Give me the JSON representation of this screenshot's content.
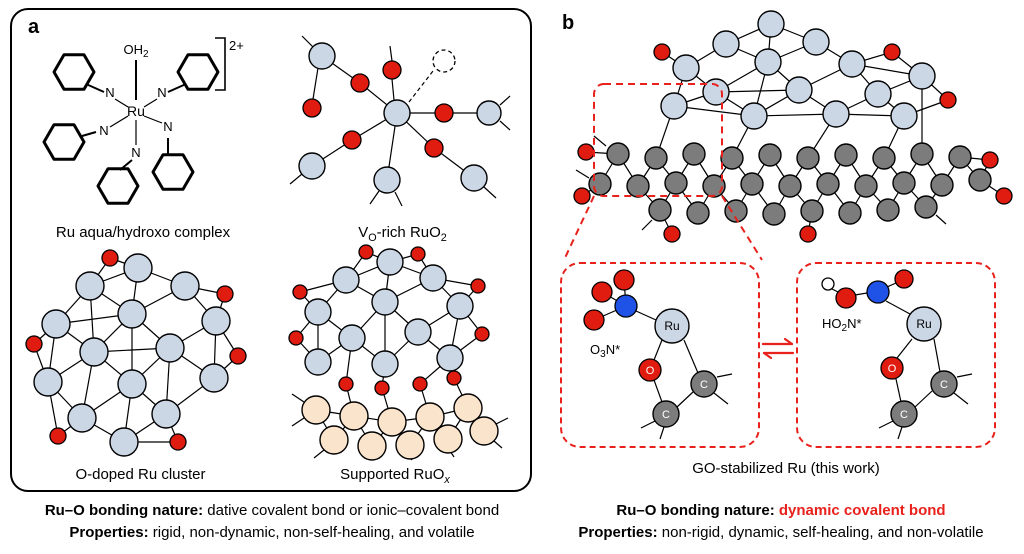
{
  "colors": {
    "ru_atom": "#ccd7e6",
    "oxygen_atom": "#e01b10",
    "carbon_atom": "#7c7c7c",
    "nitrogen_atom": "#1f53e8",
    "support_atom": "#fbe4cc",
    "hydrogen_atom": "#ffffff",
    "highlight_red": "#e8211c"
  },
  "panel_a": {
    "label": "a",
    "complex": {
      "caption": "Ru aqua/hydroxo complex",
      "water_label": "OH",
      "water_sub": "2",
      "charge": "2+",
      "metal": "Ru",
      "n_label": "N"
    },
    "vo_ruo2": {
      "caption_parts": [
        "V",
        "O",
        "-rich RuO",
        "2"
      ]
    },
    "cluster": {
      "caption": "O-doped Ru cluster"
    },
    "supported": {
      "caption_parts": [
        "Supported RuO",
        "x"
      ]
    },
    "bonding_label": "Ru–O bonding nature:",
    "bonding_value": " dative covalent bond or ionic–covalent bond",
    "properties_label": "Properties:",
    "properties_value": " rigid, non-dynamic, non-self-healing, and volatile"
  },
  "panel_b": {
    "label": "b",
    "caption": "GO-stabilized Ru (this work)",
    "left_species_parts": [
      "O",
      "3",
      "N*"
    ],
    "right_species_parts": [
      "HO",
      "2",
      "N*"
    ],
    "atom_labels": {
      "ru": "Ru",
      "o": "O",
      "c": "C"
    },
    "bonding_label": "Ru–O bonding nature:",
    "bonding_value": " dynamic covalent bond",
    "properties_label": "Properties:",
    "properties_value": " non-rigid, dynamic, self-healing, and non-volatile"
  }
}
